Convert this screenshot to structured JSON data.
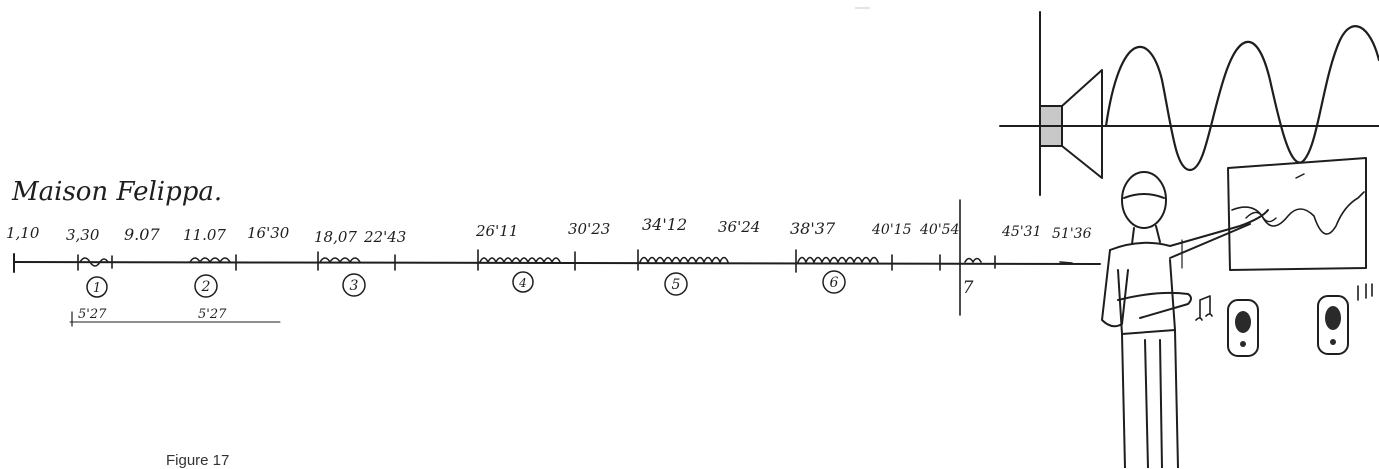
{
  "title": "Maison Felippa.",
  "caption": "Figure 17",
  "times": [
    "1,10",
    "3,30",
    "9.07",
    "11.07",
    "16'30",
    "18,07",
    "22'43",
    "26'11",
    "30'23",
    "34'12",
    "36'24",
    "38'37",
    "40'15",
    "40'54",
    "45'31",
    "51'36"
  ],
  "segments": [
    "1",
    "2",
    "3",
    "4",
    "5",
    "6",
    "7"
  ],
  "durations": [
    "5'27",
    "5'27"
  ],
  "colors": {
    "ink": "#1e1e1e",
    "speaker_fill": "#c8c8c8"
  },
  "icons": [
    "speaker-icon",
    "sound-wave-icon",
    "presenter-figure",
    "projection-screen-icon",
    "loudspeaker-box-icon",
    "music-note-icon"
  ]
}
